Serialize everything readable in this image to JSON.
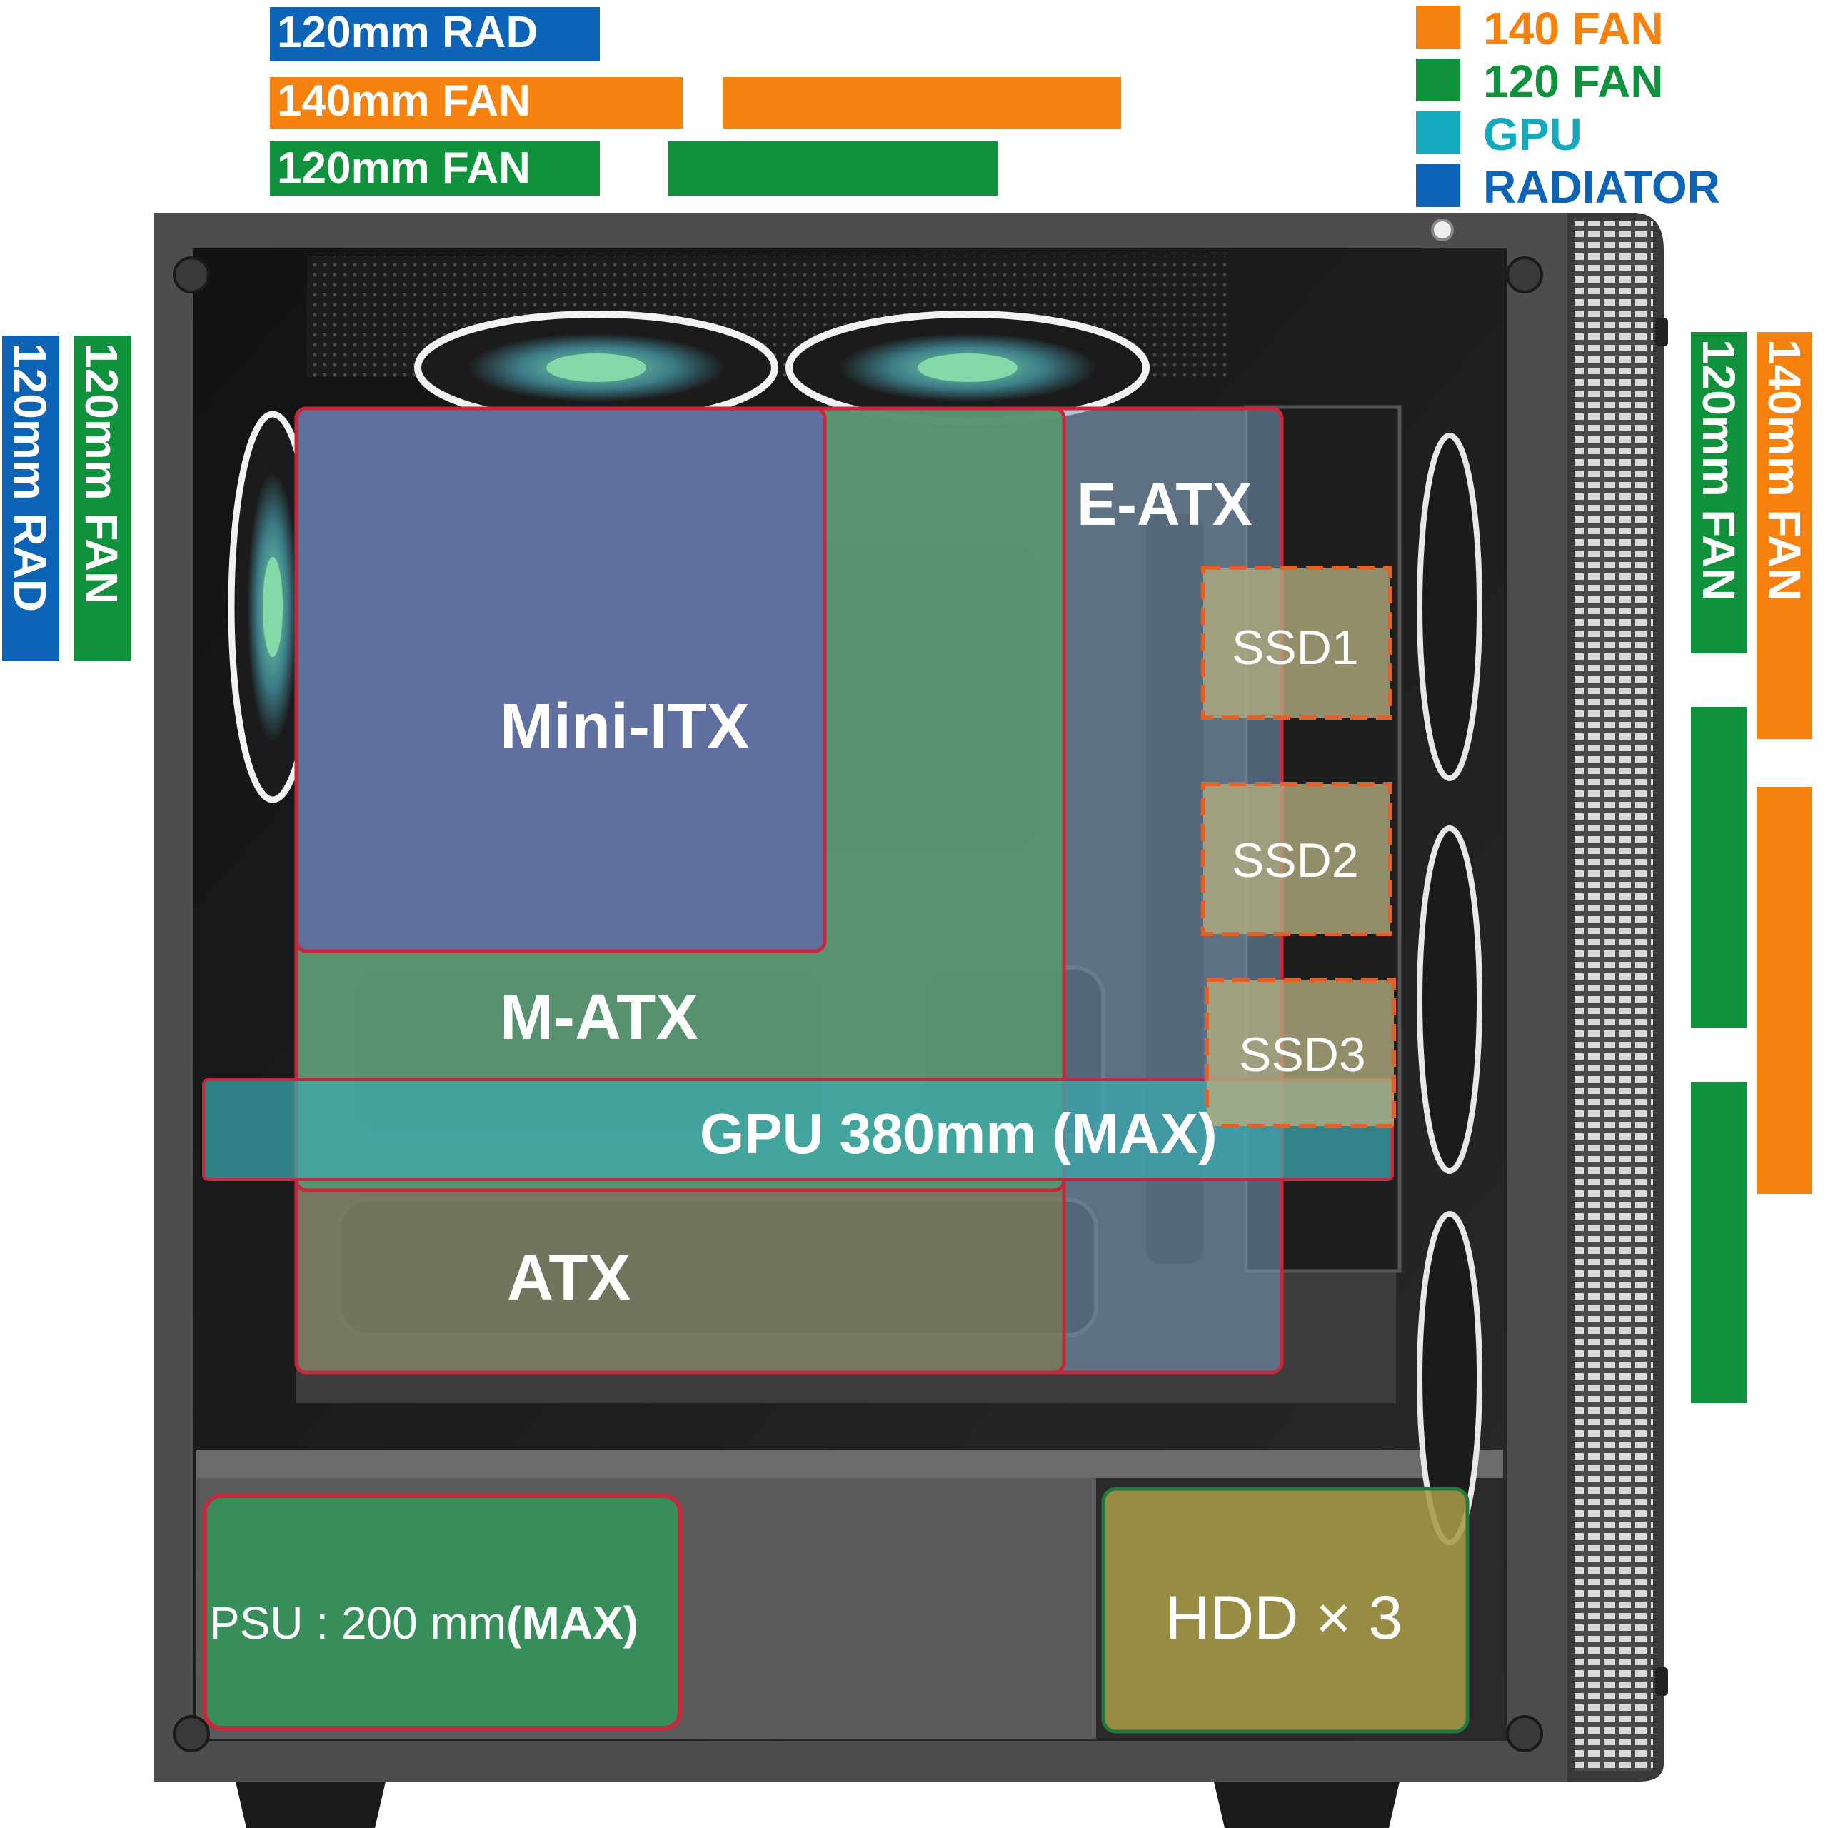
{
  "colors": {
    "fan140": "#f5820f",
    "fan120": "#10913c",
    "gpu": "#14a9bd",
    "radiator": "#0d64b6",
    "zone_outline": "#c8283c"
  },
  "legend": {
    "fan140": "140 FAN",
    "fan120": "120 FAN",
    "gpu": "GPU",
    "radiator": "RADIATOR"
  },
  "top_bars": {
    "rad120": "120mm RAD",
    "fan140": "140mm FAN",
    "fan120": "120mm FAN"
  },
  "rear_bars": {
    "rad120": "120mm RAD",
    "fan120": "120mm FAN"
  },
  "front_bars": {
    "fan120": "120mm FAN",
    "fan140": "140mm FAN"
  },
  "zones": {
    "eatx": "E-ATX",
    "miniitx": "Mini-ITX",
    "matx": "M-ATX",
    "atx": "ATX",
    "gpu": "GPU 380mm (MAX)",
    "ssd1": "SSD1",
    "ssd2": "SSD2",
    "ssd3": "SSD3",
    "psu_prefix": "PSU : 200 mm",
    "psu_suffix": "(MAX)",
    "hdd": "HDD × 3"
  }
}
